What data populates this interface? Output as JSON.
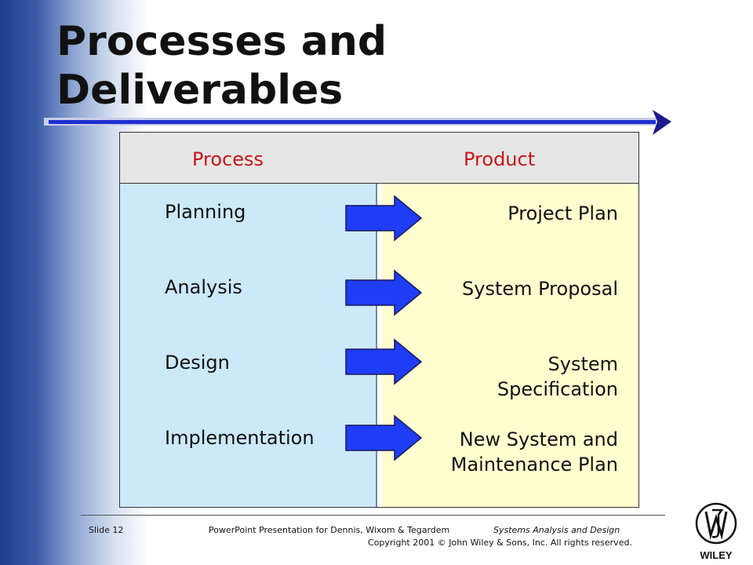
{
  "slide": {
    "title_line1": "Processes and",
    "title_line2": "Deliverables"
  },
  "table": {
    "header_process": "Process",
    "header_product": "Product",
    "processes": [
      "Planning",
      "Analysis",
      "Design",
      "Implementation"
    ],
    "products": [
      [
        "Project Plan"
      ],
      [
        "System Proposal"
      ],
      [
        "System",
        "Specification"
      ],
      [
        "New System and",
        "Maintenance Plan"
      ]
    ]
  },
  "footer": {
    "slide_number": "Slide 12",
    "presentation": "PowerPoint Presentation for Dennis, Wixom & Tegardem",
    "book_title": "Systems Analysis and Design",
    "copyright": "Copyright 2001 © John Wiley & Sons, Inc.  All rights reserved."
  },
  "logo": {
    "text": "WILEY"
  },
  "colors": {
    "band": "#1e3f8c",
    "header_text": "#c8151b",
    "process_bg": "#cce9fa",
    "product_bg": "#ffffd0",
    "arrow": "#1f3df5"
  },
  "icons": {
    "arrow": "right-arrow-icon",
    "logo": "wiley-logo-icon"
  }
}
